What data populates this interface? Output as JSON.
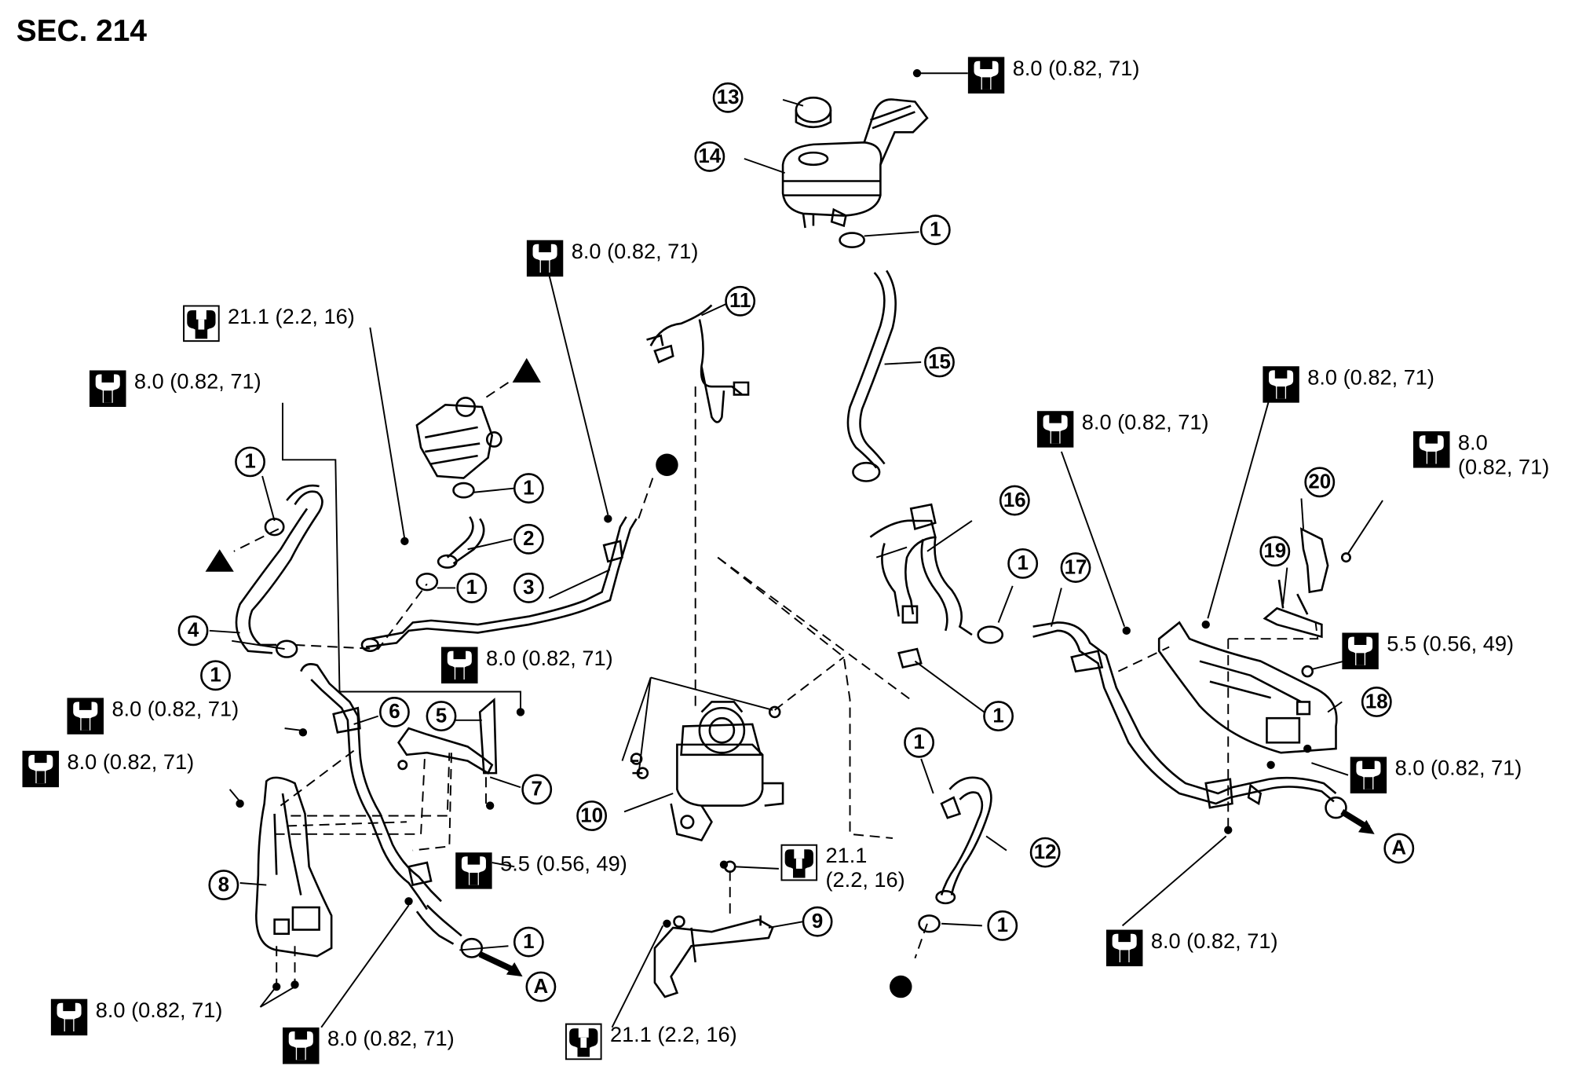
{
  "section": "SEC. 214",
  "callouts": {
    "n1": "1",
    "n2": "2",
    "n3": "3",
    "n4": "4",
    "n5": "5",
    "n6": "6",
    "n7": "7",
    "n8": "8",
    "n9": "9",
    "n10": "10",
    "n11": "11",
    "n12": "12",
    "n13": "13",
    "n14": "14",
    "n15": "15",
    "n16": "16",
    "n17": "17",
    "n18": "18",
    "n19": "19",
    "n20": "20",
    "a": "A"
  },
  "torque": {
    "t8": "8.0 (0.82, 71)",
    "t8_split": "8.0\n(0.82, 71)",
    "t55": "5.5 (0.56, 49)",
    "t211": "21.1 (2.2, 16)",
    "t211_split": "21.1\n(2.2, 16)"
  },
  "icons": {
    "torque_wrench": "torque-wrench-icon",
    "open_wrench": "open-end-wrench-icon"
  },
  "colors": {
    "ink": "#000000",
    "paper": "#ffffff"
  }
}
